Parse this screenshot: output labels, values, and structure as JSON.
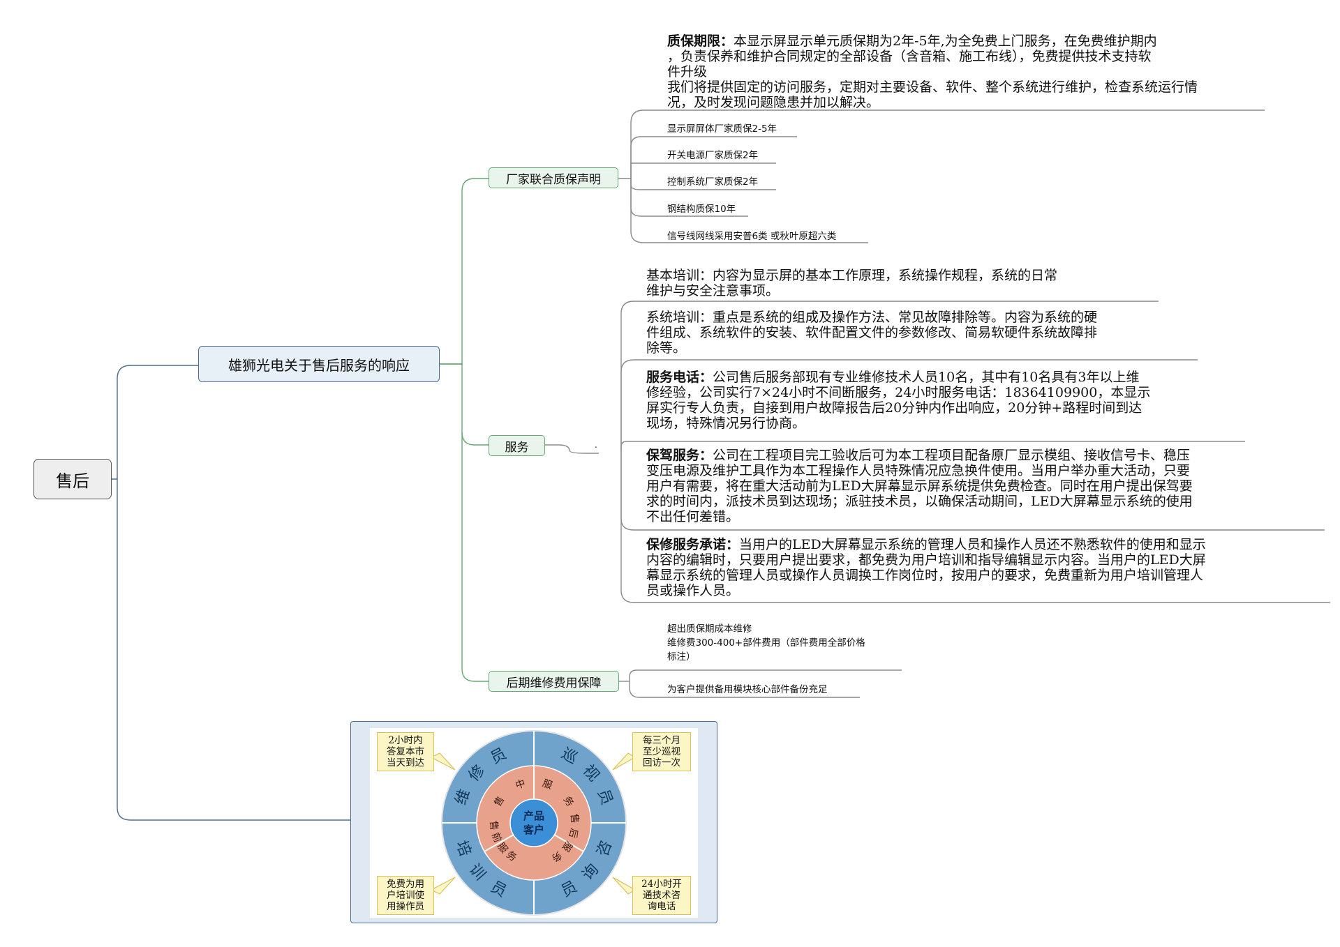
{
  "root": {
    "label": "售后"
  },
  "main": {
    "label": "雄狮光电关于售后服务的响应"
  },
  "warranty": {
    "label": "厂家联合质保声明",
    "note": {
      "title": "质保期限：",
      "line1": "本显示屏显示单元质保期为2年-5年,为全免费上门服务，在免费维护期内",
      "line2": "，负责保养和维护合同规定的全部设备（含音箱、施工布线），免费提供技术支持软",
      "line3": "件升级",
      "line4": "我们将提供固定的访问服务，定期对主要设备、软件、整个系统进行维护，检查系统运行情",
      "line5": "况，及时发现问题隐患并加以解决。"
    },
    "items": [
      "显示屏屏体厂家质保2-5年",
      "开关电源厂家质保2年",
      "控制系统厂家质保2年",
      "钢结构质保10年",
      "信号线网线采用安普6类 或秋叶原超六类"
    ]
  },
  "service": {
    "label": "服务",
    "dot": ".",
    "p1": {
      "line1": "基本培训：内容为显示屏的基本工作原理，系统操作规程，系统的日常",
      "line2": "维护与安全注意事项。"
    },
    "p2": {
      "line1": "系统培训：重点是系统的组成及操作方法、常见故障排除等。内容为系统的硬",
      "line2": "件组成、系统软件的安装、软件配置文件的参数修改、简易软硬件系统故障排",
      "line3": "除等。"
    },
    "p3": {
      "title": "服务电话：",
      "line1": "公司售后服务部现有专业维修技术人员10名，其中有10名具有3年以上维",
      "line2": "修经验，公司实行7×24小时不间断服务，24小时服务电话：18364109900，本显示",
      "line3": "屏实行专人负责，自接到用户故障报告后20分钟内作出响应，20分钟+路程时间到达",
      "line4": "现场，特殊情况另行协商。"
    },
    "p4": {
      "title": "保驾服务：",
      "line1": "公司在工程项目完工验收后可为本工程项目配备原厂显示模组、接收信号卡、稳压",
      "line2": "变压电源及维护工具作为本工程操作人员特殊情况应急换件使用。当用户举办重大活动，只要",
      "line3": "用户有需要，将在重大活动前为LED大屏幕显示屏系统提供免费检查。同时在用户提出保驾要",
      "line4": "求的时间内，派技术员到达现场；派驻技术员，以确保活动期间，LED大屏幕显示系统的使用",
      "line5": "不出任何差错。"
    },
    "p5": {
      "title": "保修服务承诺：",
      "line1": "当用户的LED大屏幕显示系统的管理人员和操作人员还不熟悉软件的使用和显示",
      "line2": "内容的编辑时，只要用户提出要求，都免费为用户培训和指导编辑显示内容。当用户的LED大屏",
      "line3": "幕显示系统的管理人员或操作人员调换工作岗位时，按用户的要求，免费重新为用户培训管理人",
      "line4": "员或操作人员。"
    }
  },
  "maintenance": {
    "label": "后期维修费用保障",
    "item1": {
      "line1": "超出质保期成本维修",
      "line2": "维修费300-400+部件费用（部件费用全部价格",
      "line3": "标注）"
    },
    "item2": "为客户提供备用模块核心部件备份充足"
  },
  "wheel": {
    "center": {
      "line1": "产品",
      "line2": "客户"
    },
    "inner": [
      "售中服务",
      "售后服务",
      "售前服务"
    ],
    "outer": [
      "维修员",
      "巡视员",
      "咨询员",
      "培训员"
    ],
    "callouts": {
      "tl": {
        "line1": "2小时内",
        "line2": "答复本市",
        "line3": "当天到达"
      },
      "tr": {
        "line1": "每三个月",
        "line2": "至少巡视",
        "line3": "回访一次"
      },
      "bl": {
        "line1": "免费为用",
        "line2": "户培训使",
        "line3": "用操作员"
      },
      "br": {
        "line1": "24小时开",
        "line2": "通技术咨",
        "line3": "询电话"
      }
    },
    "colors": {
      "outer": "#6fa3cc",
      "inner": "#e8a28c",
      "center": "#3b8fd6",
      "bg": "#dfe8f3"
    }
  }
}
